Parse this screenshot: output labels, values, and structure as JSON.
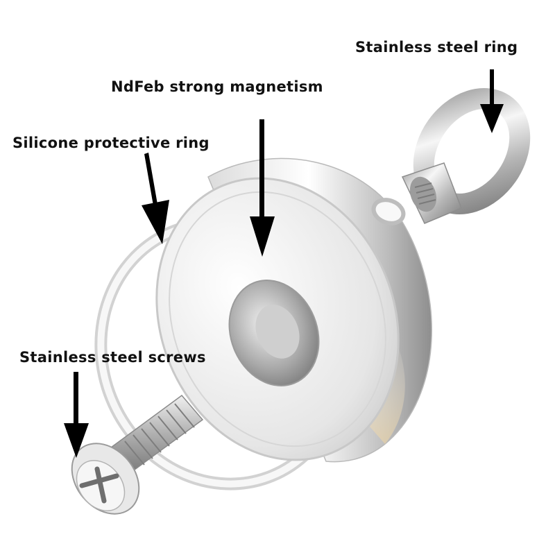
{
  "labels": {
    "stainless_steel_ring": "Stainless steel ring",
    "ndfeb_magnet": "NdFeb strong magnetism",
    "silicone_ring": "Silicone protective ring",
    "stainless_steel_screws": "Stainless steel screws"
  },
  "colors": {
    "background": "#ffffff",
    "text": "#111111",
    "arrow": "#000000",
    "steel_light": "#f4f4f4",
    "steel_dark": "#8e8e8e"
  }
}
